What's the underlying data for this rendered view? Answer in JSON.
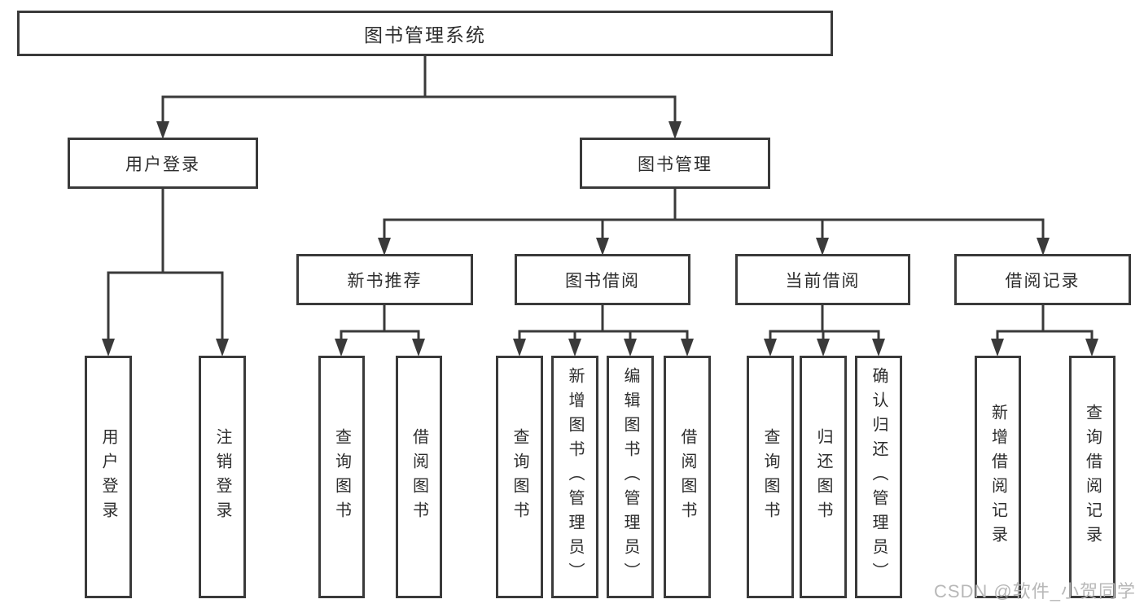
{
  "tree": {
    "root": "图书管理系统",
    "branches": [
      {
        "label": "用户登录"
      },
      {
        "label": "图书管理"
      }
    ],
    "sections": [
      {
        "label": "新书推荐"
      },
      {
        "label": "图书借阅"
      },
      {
        "label": "当前借阅"
      },
      {
        "label": "借阅记录"
      }
    ],
    "leaves": {
      "login": [
        "用户登录",
        "注销登录"
      ],
      "newbook": [
        "查询图书",
        "借阅图书"
      ],
      "borrow": [
        "查询图书",
        "新增图书（管理员）",
        "编辑图书（管理员）",
        "借阅图书"
      ],
      "current": [
        "查询图书",
        "归还图书",
        "确认归还（管理员）"
      ],
      "records": [
        "新增借阅记录",
        "查询借阅记录"
      ]
    }
  },
  "watermark": {
    "text": "CSDN @软件_小贺同学"
  },
  "colors": {
    "line": "#3a3a3a",
    "text": "#2d2d2d",
    "background": "#ffffff",
    "watermark": "#b8b8b8"
  }
}
